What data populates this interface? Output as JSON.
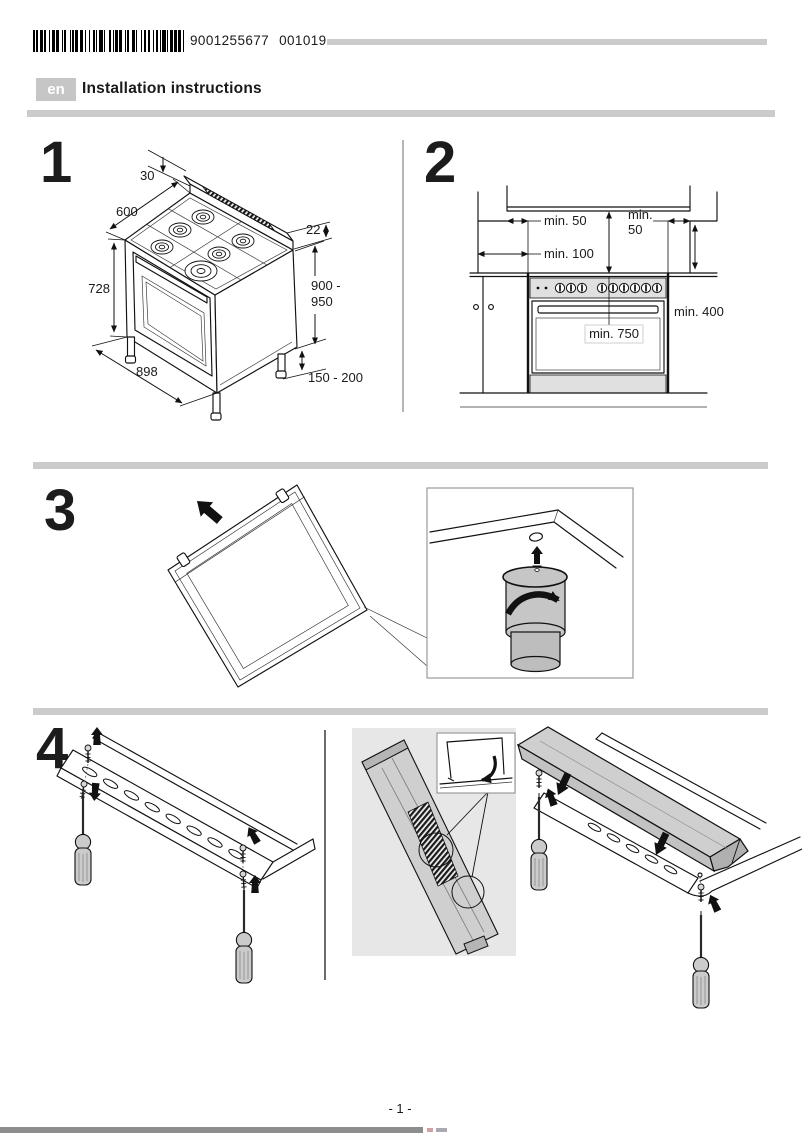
{
  "header": {
    "barcode_number": "9001255677",
    "barcode_suffix": "001019",
    "language_badge": "en",
    "title": "Installation instructions"
  },
  "figures": {
    "fig1": {
      "number": "1",
      "dims": {
        "backguard_depth": "30",
        "depth": "600",
        "backguard_height": "22",
        "body_height": "728",
        "overall_height_line1": "900 -",
        "overall_height_line2": "950",
        "width": "898",
        "leg_height": "150 - 200"
      }
    },
    "fig2": {
      "number": "2",
      "labels": {
        "hood_side_left": "min. 50",
        "wall_left": "min. 100",
        "side_right_line1": "min.",
        "side_right_line2": "50",
        "cabinet_clearance": "min. 400",
        "hood_clearance": "min. 750"
      }
    },
    "fig3": {
      "number": "3"
    },
    "fig4": {
      "number": "4"
    }
  },
  "footer": {
    "page_number": "- 1 -"
  },
  "icons": {
    "move-arrow-icon": "solid black directional arrow",
    "rotate-arrow-icon": "curved black rotation arrow",
    "insert-arrow-icon": "small black insertion arrow",
    "up-arrow-icon": "solid black up arrow"
  },
  "colors": {
    "divider": "#cbcbcb",
    "badge": "#c6c6c6",
    "metal_gray": "#c9c9c9",
    "inset_gray": "#e7e7e7",
    "bottom_bar": "#8d8d8d"
  }
}
